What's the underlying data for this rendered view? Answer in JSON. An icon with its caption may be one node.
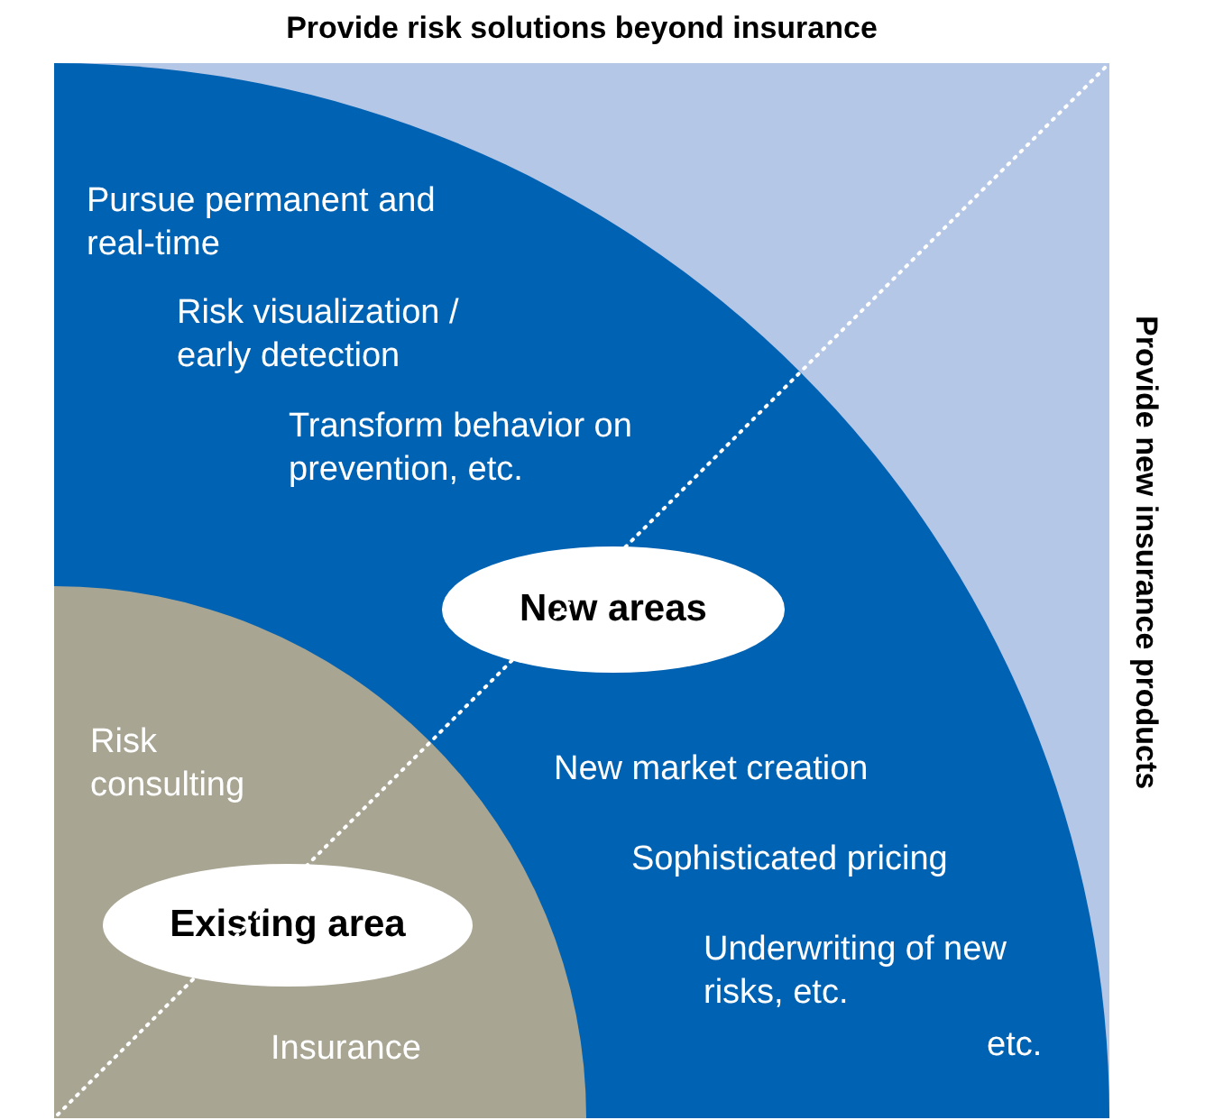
{
  "diagram": {
    "nodes": [
      {
        "text": [
          "Pursue permanent and real-time",
          "Risk visualization / early detection",
          "Transform behavior on prevention, etc.",
          "New market creation",
          "Sophisticated pricing",
          "Underwriting of new risks, etc.",
          "etc."
        ]
      },
      {
        "text": [
          "New areas"
        ],
        "in": 0
      },
      {
        "text": [
          "Risk consulting",
          "Insurance"
        ],
        "in": 0
      },
      {
        "text": [
          "Existing area"
        ],
        "in": 2
      }
    ],
    "edges": [],
    "labels": [
      "Provide risk solutions beyond insurance",
      "Provide new insurance products"
    ]
  }
}
